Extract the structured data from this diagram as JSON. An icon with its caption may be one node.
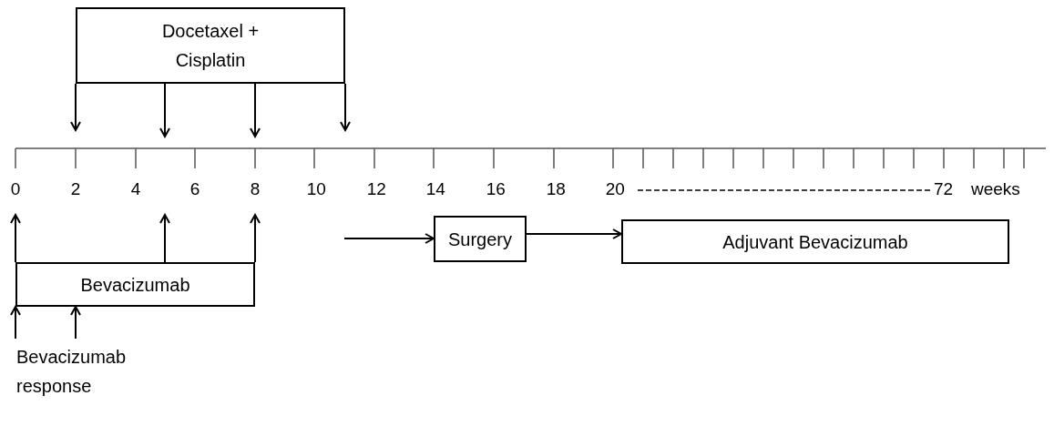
{
  "diagram": {
    "nodes": [
      {
        "text": [
          "Docetaxel + Cisplatin"
        ]
      },
      {
        "text": [
          "Bevacizumab"
        ]
      },
      {
        "text": [
          "Surgery"
        ]
      },
      {
        "text": [
          "Adjuvant Bevacizumab"
        ]
      },
      {
        "text": [
          "Bevacizumab response"
        ]
      }
    ],
    "edges": [
      {
        "from": 0,
        "to": null,
        "arrow": "to"
      },
      {
        "from": 0,
        "to": null,
        "arrow": "to"
      },
      {
        "from": 0,
        "to": null,
        "arrow": "to"
      },
      {
        "from": 0,
        "to": null,
        "arrow": "to"
      },
      {
        "from": 1,
        "to": null,
        "arrow": "to"
      },
      {
        "from": 1,
        "to": null,
        "arrow": "to"
      },
      {
        "from": 1,
        "to": null,
        "arrow": "to"
      },
      {
        "from": 4,
        "to": 1,
        "arrow": "to"
      },
      {
        "from": 4,
        "to": 1,
        "arrow": "to"
      },
      {
        "from": null,
        "to": 2,
        "arrow": "to"
      },
      {
        "from": 2,
        "to": 3,
        "arrow": "to"
      }
    ],
    "labels": [
      "0",
      "2",
      "4",
      "6",
      "8",
      "10",
      "12",
      "14",
      "16",
      "18",
      "20",
      "72",
      "weeks"
    ]
  }
}
